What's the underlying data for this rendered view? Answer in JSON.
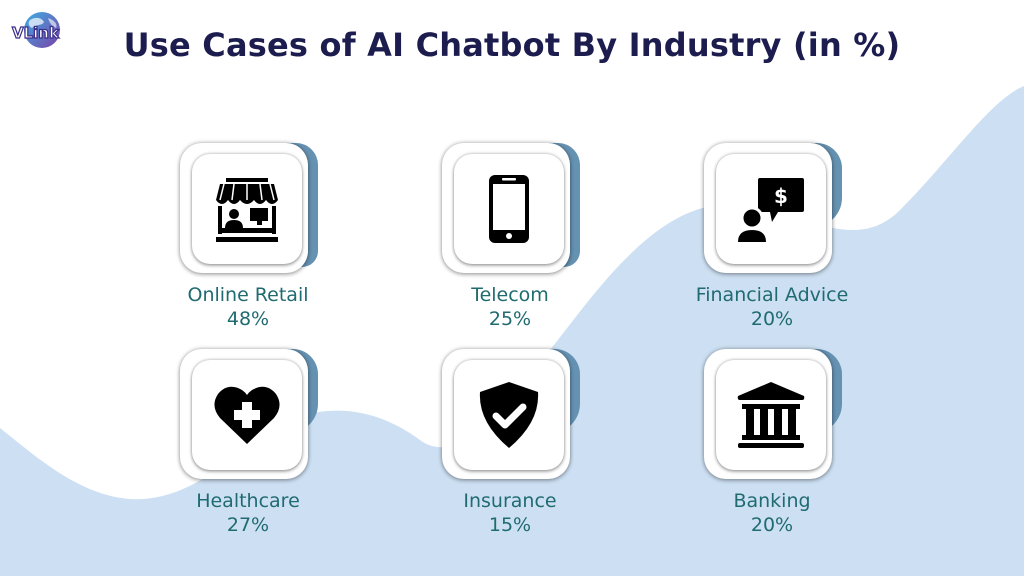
{
  "header": {
    "logo_text": "VLink",
    "title": "Use Cases of AI Chatbot By Industry (in %)"
  },
  "colors": {
    "title": "#1c1c4e",
    "label": "#1f6b70",
    "accent": "#6692b2",
    "wave": "#cde0f3"
  },
  "items": [
    {
      "label": "Online Retail",
      "value": "48%",
      "icon": "storefront-icon"
    },
    {
      "label": "Telecom",
      "value": "25%",
      "icon": "smartphone-icon"
    },
    {
      "label": "Financial Advice",
      "value": "20%",
      "icon": "financial-advisor-icon"
    },
    {
      "label": "Healthcare",
      "value": "27%",
      "icon": "heart-plus-icon"
    },
    {
      "label": "Insurance",
      "value": "15%",
      "icon": "shield-check-icon"
    },
    {
      "label": "Banking",
      "value": "20%",
      "icon": "bank-building-icon"
    }
  ],
  "chart_data": {
    "type": "table",
    "title": "Use Cases of AI Chatbot By Industry (in %)",
    "categories": [
      "Online Retail",
      "Telecom",
      "Financial Advice",
      "Healthcare",
      "Insurance",
      "Banking"
    ],
    "values": [
      48,
      25,
      20,
      27,
      15,
      20
    ],
    "unit": "%",
    "layout": "2x3 icon grid"
  }
}
